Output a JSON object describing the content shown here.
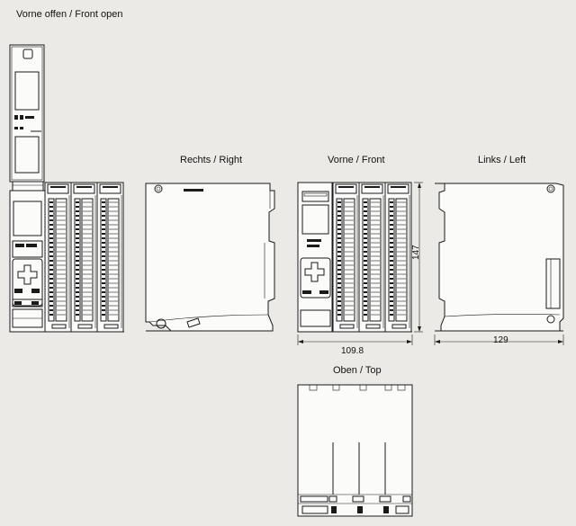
{
  "labels": {
    "front_open": "Vorne offen / Front open",
    "right": "Rechts / Right",
    "front": "Vorne / Front",
    "left": "Links / Left",
    "top": "Oben / Top"
  },
  "dimensions": {
    "width": "109.8",
    "height": "147",
    "depth": "129"
  }
}
